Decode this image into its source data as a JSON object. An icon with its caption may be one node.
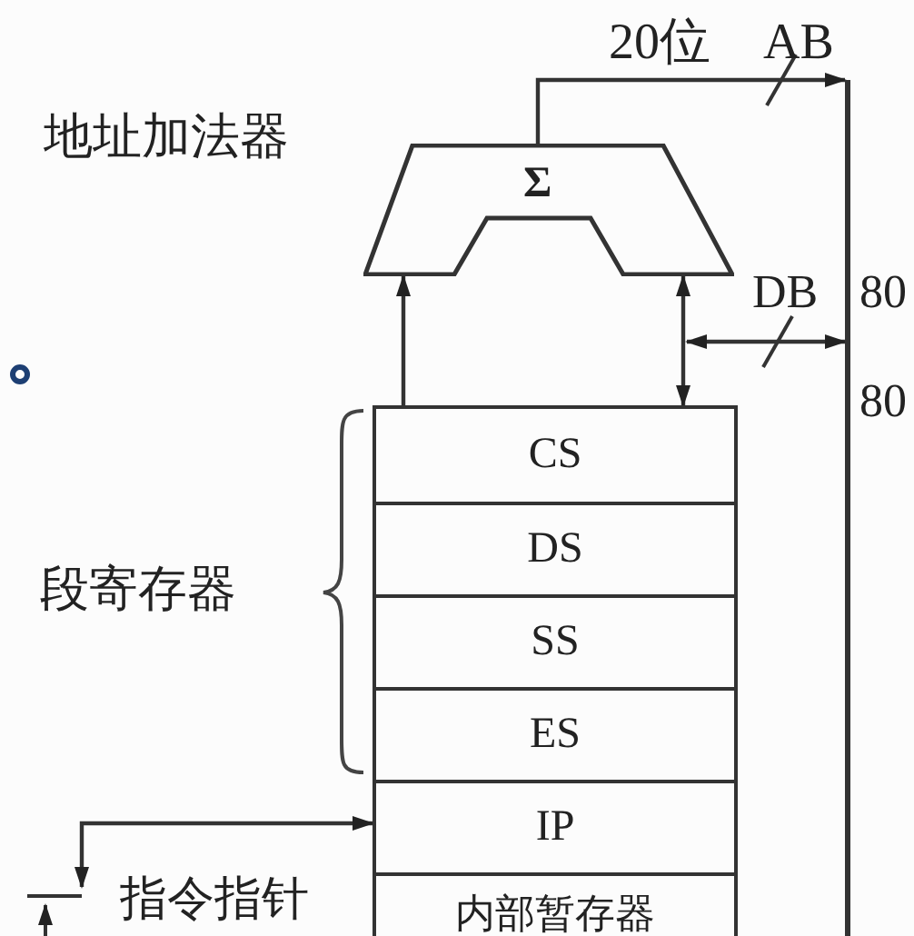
{
  "diagram": {
    "nodes": [
      {
        "text": [
          "Σ"
        ],
        "beside": [
          "地址加法器"
        ]
      },
      {
        "text": [],
        "shape": "bar"
      },
      {
        "text": [
          "CS"
        ]
      },
      {
        "text": [
          "DS"
        ]
      },
      {
        "text": [
          "SS"
        ]
      },
      {
        "text": [
          "ES"
        ]
      },
      {
        "text": [
          "IP"
        ]
      },
      {
        "text": [
          "内部暂存器"
        ]
      }
    ],
    "edges": [
      {
        "from": 0,
        "to": 1,
        "arrow": "to",
        "label": "20位"
      },
      {
        "from": 1,
        "to": null,
        "arrow": "both",
        "label": "DB"
      },
      {
        "from": 2,
        "to": 0,
        "arrow": "to"
      },
      {
        "from": 2,
        "to": 0,
        "arrow": "both"
      },
      {
        "from": null,
        "to": 6,
        "arrow": "both"
      }
    ],
    "labels": [
      "AB",
      "80",
      "80",
      "段寄存器",
      "指令指针"
    ]
  }
}
